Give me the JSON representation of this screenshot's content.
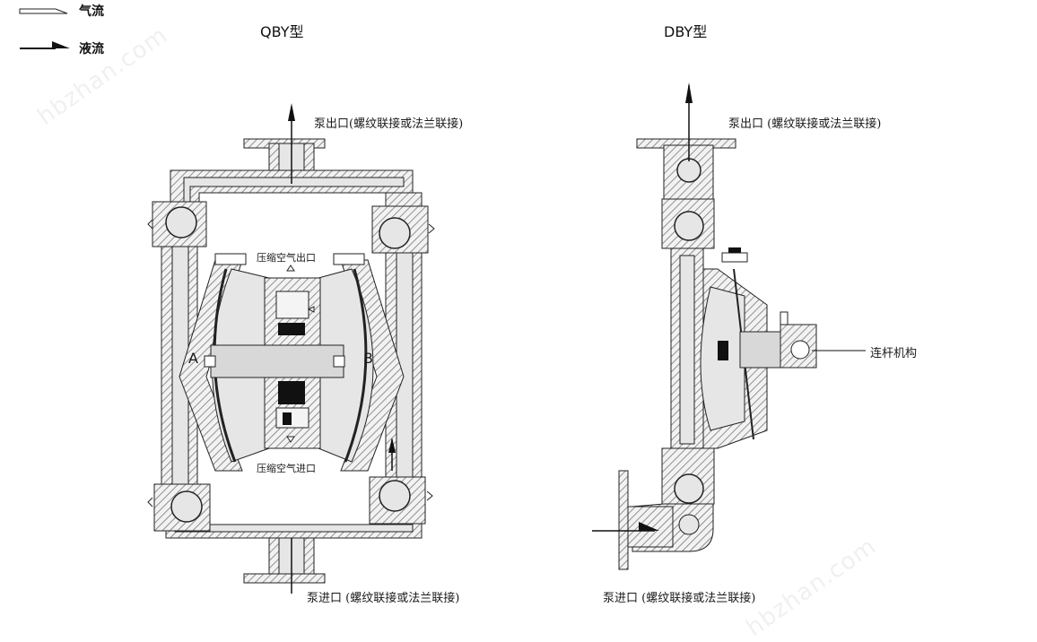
{
  "legend": {
    "air_flow": "气流",
    "liquid_flow": "液流"
  },
  "qby": {
    "title": "QBY型",
    "outlet": "泵出口(螺纹联接或法兰联接)",
    "inlet": "泵进口 (螺纹联接或法兰联接)",
    "air_out": "压缩空气出口",
    "air_in": "压缩空气进口",
    "chamber_a": "A",
    "chamber_b": "B"
  },
  "dby": {
    "title": "DBY型",
    "outlet": "泵出口 (螺纹联接或法兰联接)",
    "inlet": "泵进口 (螺纹联接或法兰联接)",
    "linkage": "连杆机构"
  },
  "watermark": "hbzhan.com",
  "colors": {
    "line": "#1a1a1a",
    "fill": "#e6e6e6",
    "hatch": "#8a8a8a"
  }
}
